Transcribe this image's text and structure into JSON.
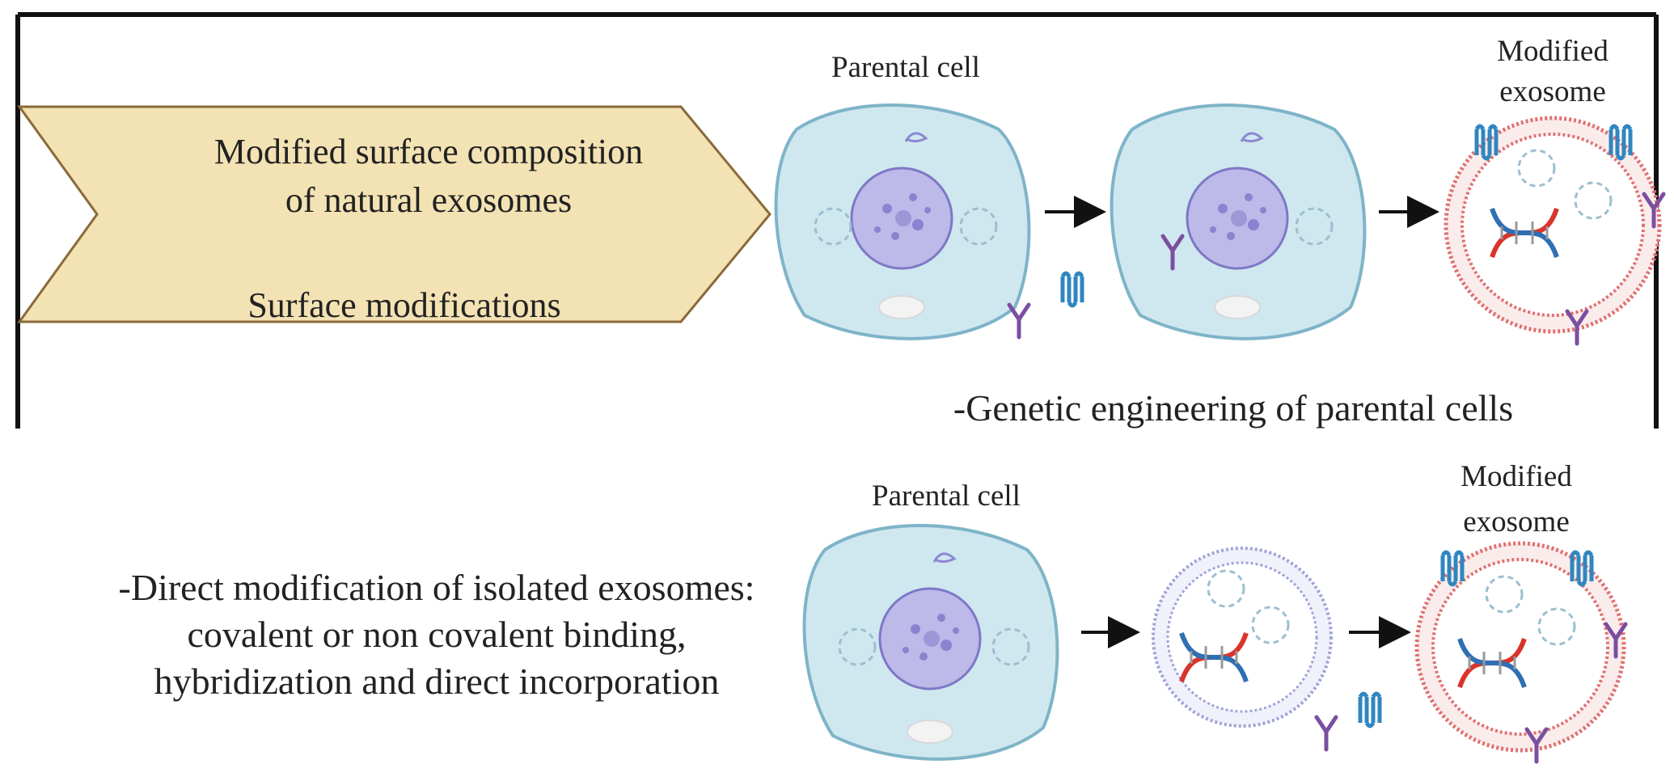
{
  "banner": {
    "line1": "Modified surface composition",
    "line2": "of natural exosomes",
    "line3": "Surface modifications"
  },
  "top_section": {
    "parental_cell_label": "Parental cell",
    "modified_exosome_label_line1": "Modified",
    "modified_exosome_label_line2": "exosome",
    "method_label": "-Genetic engineering of parental cells"
  },
  "bottom_section": {
    "parental_cell_label": "Parental cell",
    "modified_exosome_label_line1": "Modified",
    "modified_exosome_label_line2": "exosome",
    "method_line1": "-Direct modification of isolated exosomes:",
    "method_line2": "covalent or non covalent binding,",
    "method_line3": "hybridization and direct incorporation"
  },
  "colors": {
    "banner_fill": "#f3e2b3",
    "banner_stroke": "#8a6a3a",
    "cell_fill": "#cfe8f0",
    "cell_stroke": "#7fb4c8",
    "nucleus": "#b9b6e6",
    "exosome_membrane": "#e07070",
    "dna_red": "#d9342b",
    "dna_blue": "#2f6fb3",
    "receptor": "#3a8fc5",
    "antibody": "#7b4fa0"
  }
}
